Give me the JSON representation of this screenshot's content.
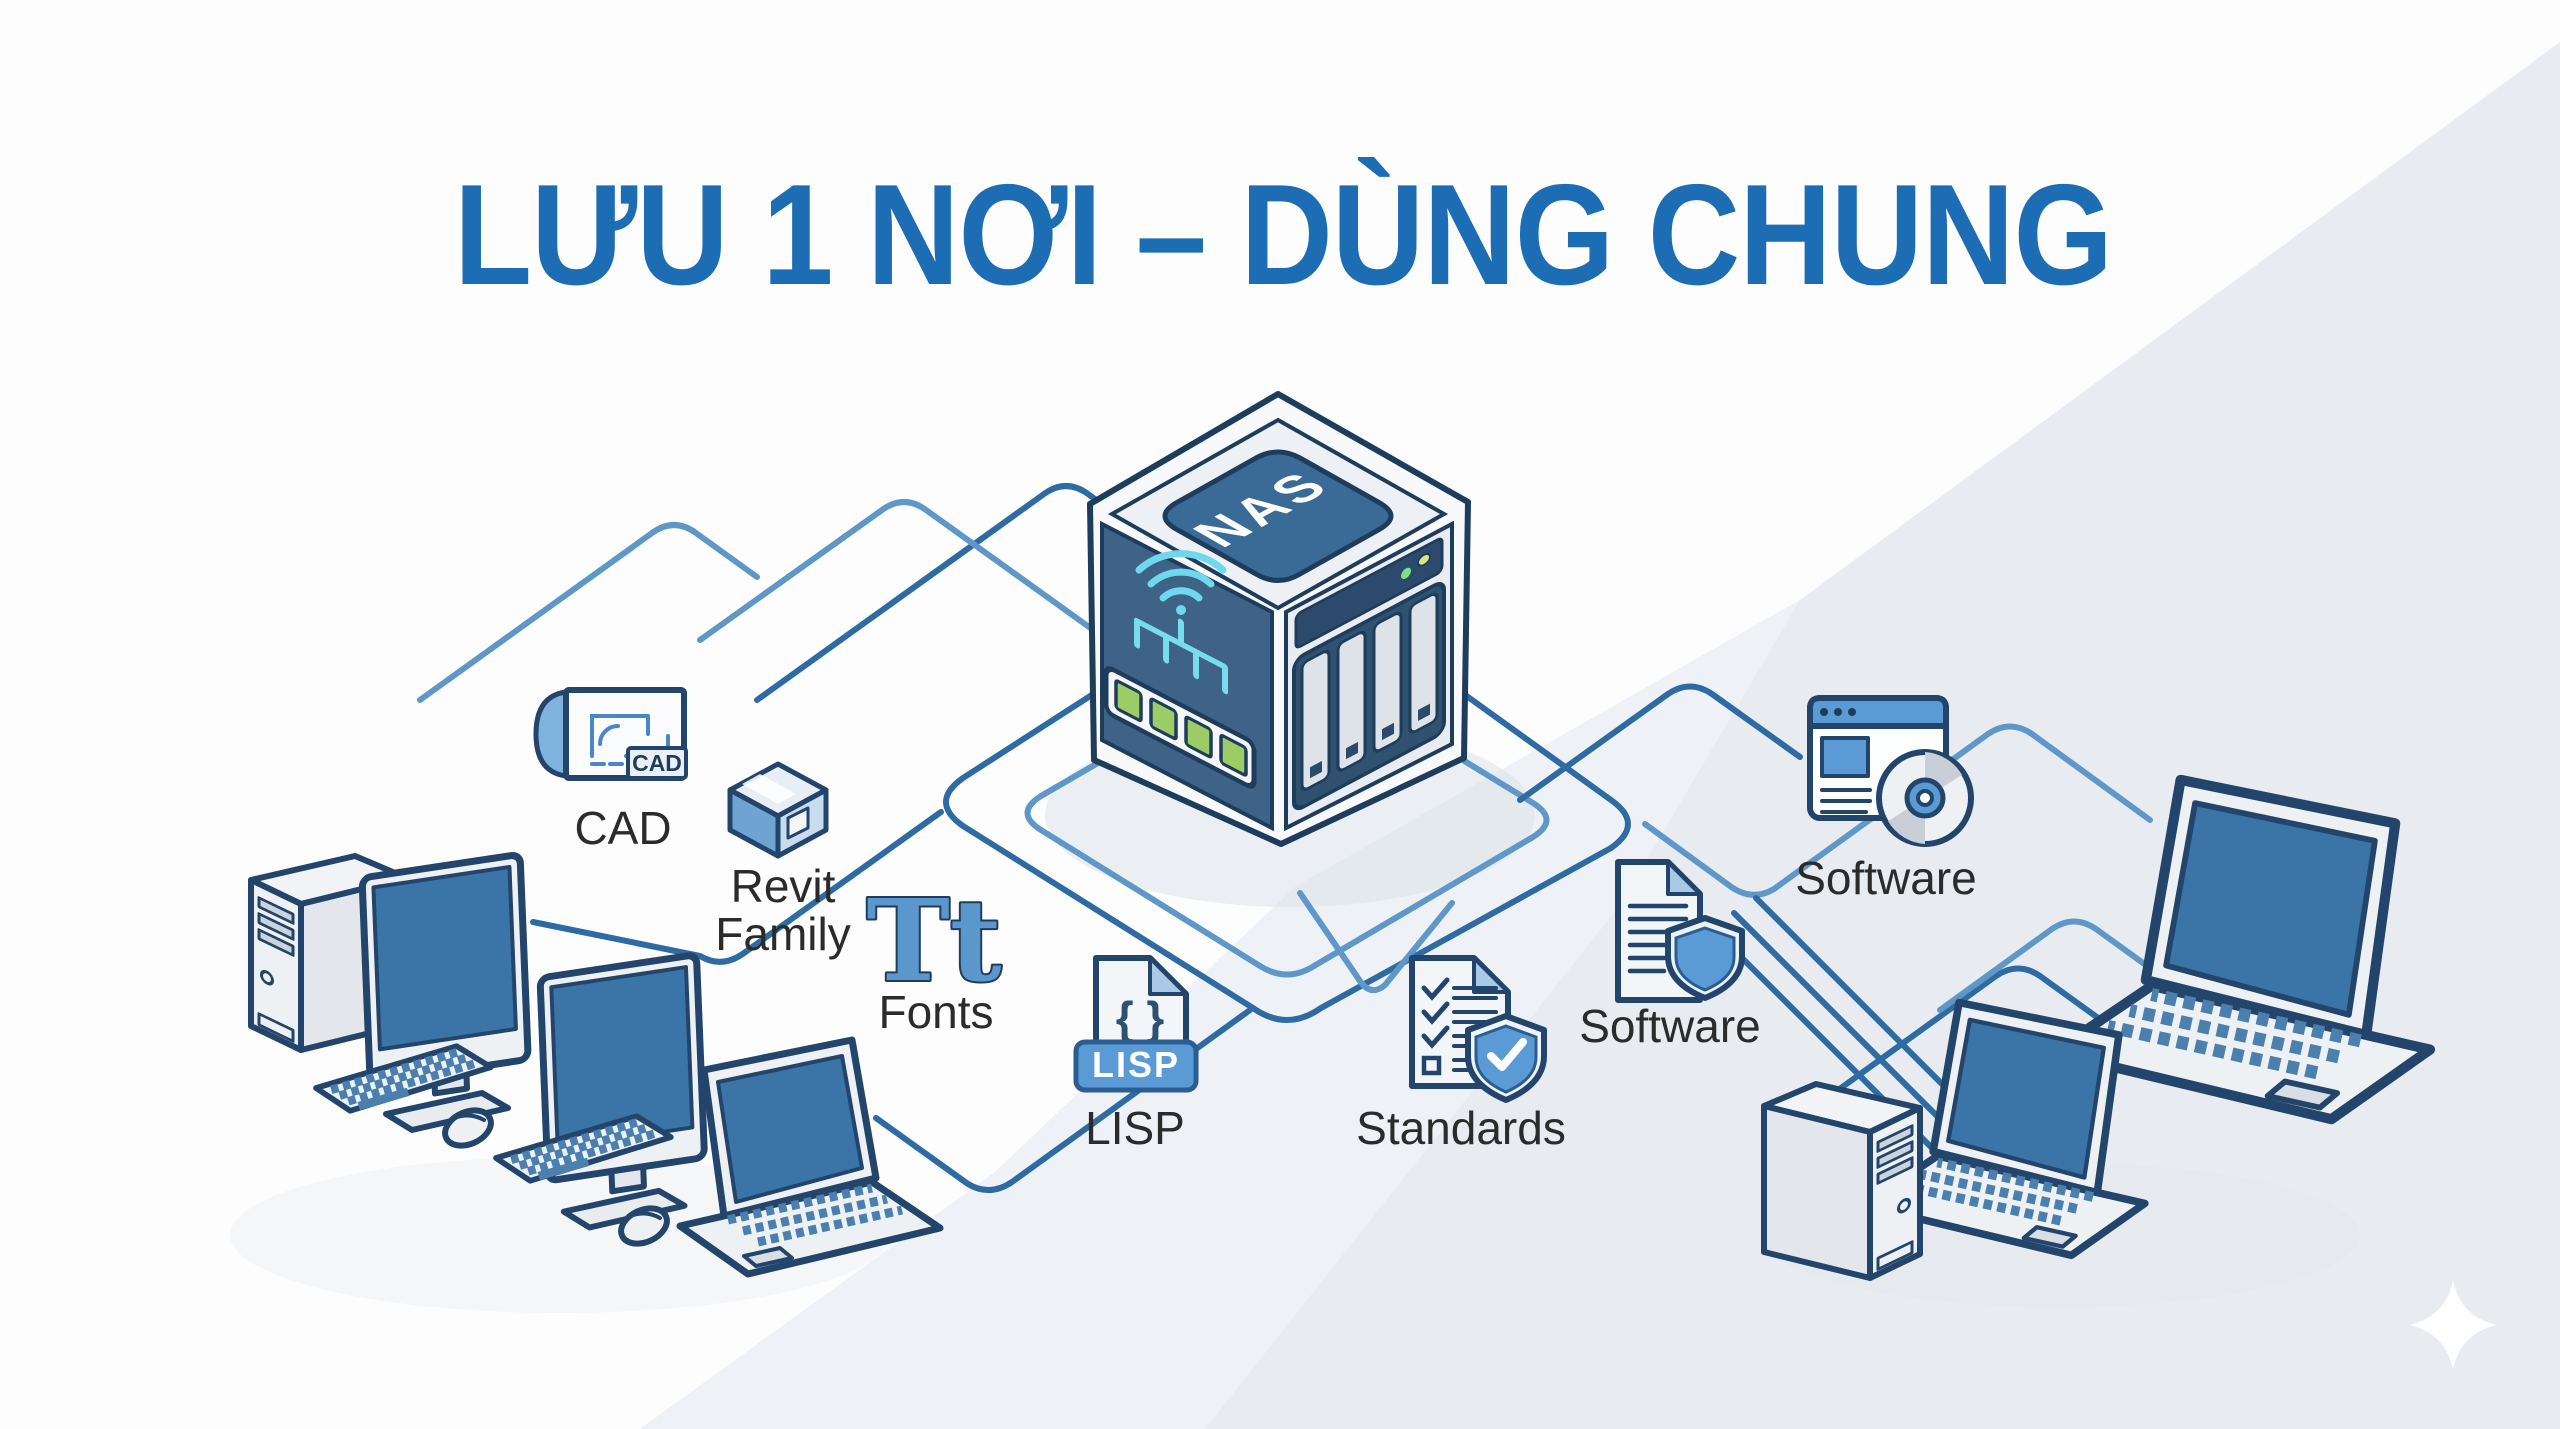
{
  "title": {
    "text": "LƯU 1 NƠI – DÙNG CHUNG"
  },
  "nas": {
    "label": "NAS"
  },
  "nodes": {
    "cad": {
      "label": "CAD",
      "icon_text": "CAD"
    },
    "revit": {
      "line1": "Revit",
      "line2": "Family"
    },
    "fonts": {
      "glyph": "Tt",
      "label": "Fonts"
    },
    "lisp": {
      "braces": "{ }",
      "banner": "LISP",
      "label": "LISP"
    },
    "standards": {
      "label": "Standards"
    },
    "software_doc": {
      "label": "Software"
    },
    "software_media": {
      "label": "Software"
    }
  },
  "colors": {
    "title_blue": "#1c6db4",
    "line_dark": "#2f6ba3",
    "line_light": "#5f98c8",
    "outline_navy": "#24456b",
    "screen_blue": "#3b74a6",
    "icon_accent": "#5b9bd5",
    "port_green": "#9ccc65",
    "wifi_cyan": "#6fd8ec",
    "background_gray": "#e8ebf0"
  }
}
